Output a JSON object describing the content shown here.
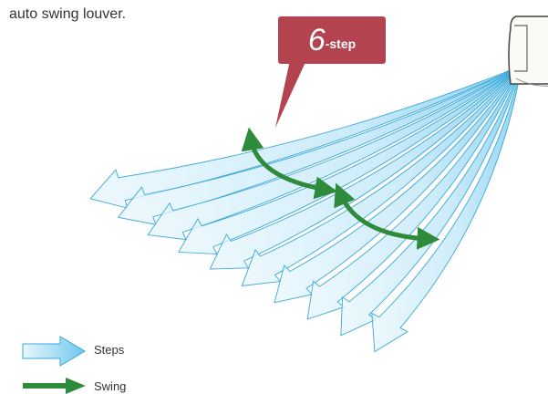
{
  "intro_text": "auto swing louver.",
  "badge": {
    "number": "6",
    "unit": "-step"
  },
  "legend": {
    "steps_label": "Steps",
    "swing_label": "Swing"
  },
  "colors": {
    "badge": "#b2434f",
    "swing": "#2e8b3c",
    "airflow_light": "#e6f6fd",
    "airflow_dark": "#5fc1ea",
    "airflow_stroke": "#3aa8d8"
  },
  "icons": [
    "airflow-fan",
    "swing-arrow",
    "air-conditioner-unit"
  ]
}
